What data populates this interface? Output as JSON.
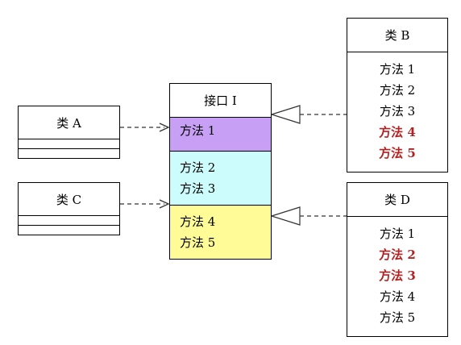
{
  "class_a": {
    "title": "类 A"
  },
  "class_c": {
    "title": "类 C"
  },
  "interface": {
    "title": "接口 I",
    "groups": [
      {
        "color": "#c7a0f5",
        "methods": [
          "方法 1"
        ]
      },
      {
        "color": "#ccfcfc",
        "methods": [
          "方法 2",
          "方法 3"
        ]
      },
      {
        "color": "#fffc98",
        "methods": [
          "方法 4",
          "方法 5"
        ]
      }
    ]
  },
  "class_b": {
    "title": "类 B",
    "methods": [
      {
        "label": "方法 1",
        "highlight": false
      },
      {
        "label": "方法 2",
        "highlight": false
      },
      {
        "label": "方法 3",
        "highlight": false
      },
      {
        "label": "方法 4",
        "highlight": true
      },
      {
        "label": "方法 5",
        "highlight": true
      }
    ]
  },
  "class_d": {
    "title": "类 D",
    "methods": [
      {
        "label": "方法 1",
        "highlight": false
      },
      {
        "label": "方法 2",
        "highlight": true
      },
      {
        "label": "方法 3",
        "highlight": true
      },
      {
        "label": "方法 4",
        "highlight": false
      },
      {
        "label": "方法 5",
        "highlight": false
      }
    ]
  },
  "colors": {
    "highlight_text": "#b22222",
    "line": "#333333"
  }
}
